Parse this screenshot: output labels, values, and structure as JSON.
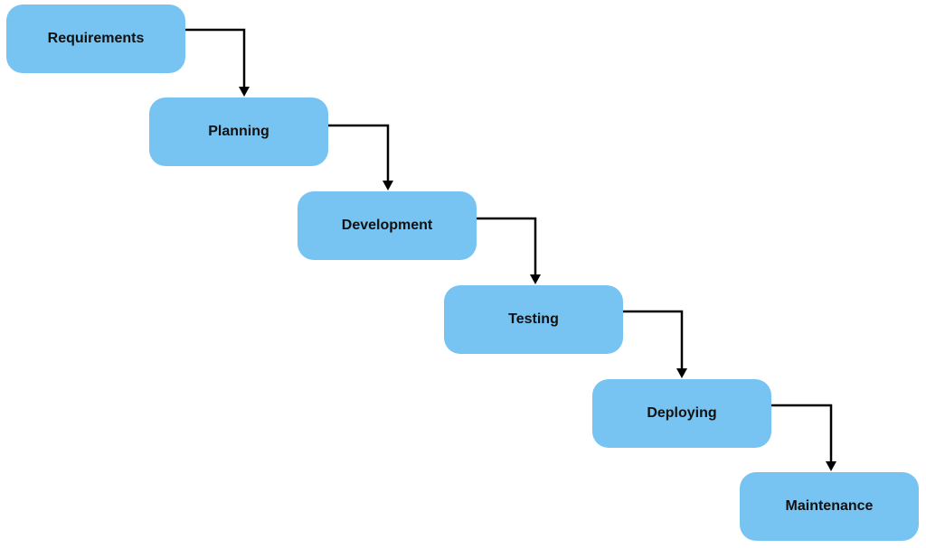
{
  "diagram": {
    "type": "waterfall-flow",
    "box_color": "#77c3f2",
    "arrow_color": "#000000",
    "steps": [
      {
        "label": "Requirements"
      },
      {
        "label": "Planning"
      },
      {
        "label": "Development"
      },
      {
        "label": "Testing"
      },
      {
        "label": "Deploying"
      },
      {
        "label": "Maintenance"
      }
    ],
    "connections": [
      {
        "from": "Requirements",
        "to": "Planning"
      },
      {
        "from": "Planning",
        "to": "Development"
      },
      {
        "from": "Development",
        "to": "Testing"
      },
      {
        "from": "Testing",
        "to": "Deploying"
      },
      {
        "from": "Deploying",
        "to": "Maintenance"
      }
    ]
  }
}
